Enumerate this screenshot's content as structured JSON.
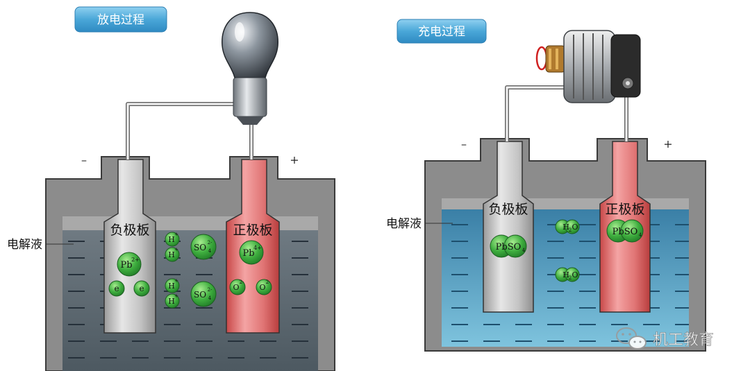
{
  "discharge": {
    "title": "放电过程",
    "neg_sign": "–",
    "pos_sign": "+",
    "neg_plate": "负极板",
    "pos_plate": "正极板",
    "electrolyte": "电解液",
    "ions": {
      "pb2": "Pb2+",
      "e": "e",
      "h": "H+",
      "so4": "SO42-",
      "pb4": "Pb4+",
      "o2": "O2-"
    }
  },
  "charge": {
    "title": "充电过程",
    "neg_sign": "–",
    "pos_sign": "+",
    "neg_plate": "负极板",
    "pos_plate": "正极板",
    "electrolyte": "电解液",
    "ions": {
      "pbso4": "PbSO4",
      "h2o": "H2O"
    }
  },
  "watermark": {
    "text": "机工教育"
  },
  "colors": {
    "badge": "#4aa7d8",
    "ion_green": "#3fae3f",
    "neg_plate": "#b9b9b9",
    "pos_plate": "#e06b6b",
    "container": "#8c8c8c",
    "electrolyte_discharge": "#5a6670",
    "electrolyte_charge": "#4b9bbf"
  }
}
